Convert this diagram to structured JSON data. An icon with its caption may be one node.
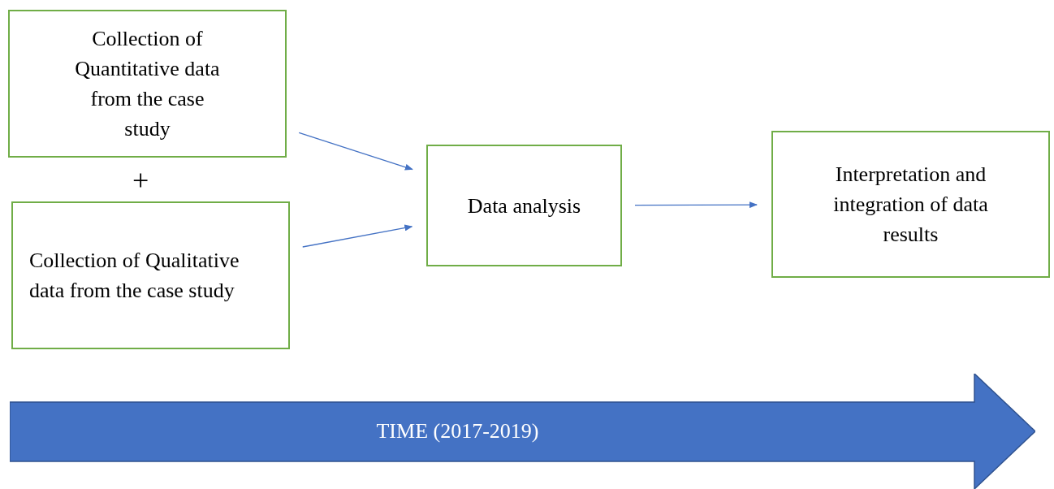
{
  "diagram": {
    "nodes": [
      {
        "text": [
          "Collection of Quantitative data from the case study"
        ]
      },
      {
        "text": [
          "Collection of Qualitative data from the case study"
        ]
      },
      {
        "text": [
          "Data analysis"
        ]
      },
      {
        "text": [
          "Interpretation and integration of data results"
        ]
      },
      {
        "text": [
          "TIME (2017-2019)"
        ]
      }
    ],
    "edges": [
      {
        "from": 0,
        "to": 2,
        "arrow": "to"
      },
      {
        "from": 1,
        "to": 2,
        "arrow": "to"
      },
      {
        "from": 2,
        "to": 3,
        "arrow": "to"
      }
    ],
    "labels": [
      "+"
    ]
  }
}
